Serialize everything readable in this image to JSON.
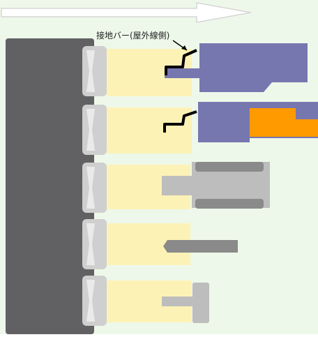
{
  "diagram": {
    "label": "接地バー(屋外線側)",
    "colors": {
      "background": "#eef8ea",
      "backplate": "#616163",
      "bracket": "#cfcfcf",
      "body": "#fcf2b6",
      "plug_blue": "#7777b0",
      "plug_gray": "#bdbdbd",
      "plug_dark": "#8a8a8a",
      "plug_orange": "#ff9a00",
      "ground_wire": "#000000",
      "arrow": "#ffffff"
    },
    "rows": [
      {
        "name": "row-1",
        "plug": "blue-plug-with-ground-bar"
      },
      {
        "name": "row-2",
        "plug": "blue-plug-with-orange-cable"
      },
      {
        "name": "row-3",
        "plug": "gray-plug"
      },
      {
        "name": "row-4",
        "plug": "pin-plug"
      },
      {
        "name": "row-5",
        "plug": "short-plug"
      }
    ]
  }
}
